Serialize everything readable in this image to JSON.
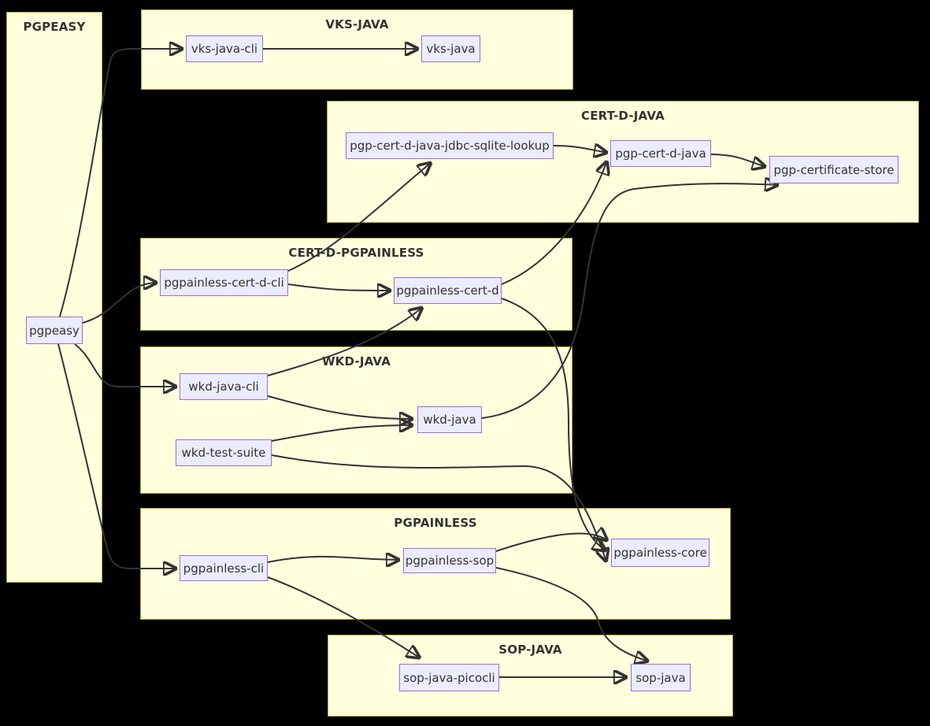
{
  "diagram": {
    "type": "flowchart-dependency-graph",
    "direction": "left-to-right",
    "colors": {
      "background": "#000000",
      "group_fill": "#ffffde",
      "group_border": "#aaaa33",
      "node_fill": "#ececff",
      "node_border": "#9370db",
      "edge": "#333333",
      "text": "#333333"
    },
    "groups": [
      {
        "title": "PGPEASY",
        "nodes": [
          "pgpeasy"
        ]
      },
      {
        "title": "VKS-JAVA",
        "nodes": [
          "vks-java-cli",
          "vks-java"
        ]
      },
      {
        "title": "CERT-D-JAVA",
        "nodes": [
          "pgp-cert-d-java-jdbc-sqlite-lookup",
          "pgp-cert-d-java",
          "pgp-certificate-store"
        ]
      },
      {
        "title": "CERT-D-PGPAINLESS",
        "nodes": [
          "pgpainless-cert-d-cli",
          "pgpainless-cert-d"
        ]
      },
      {
        "title": "WKD-JAVA",
        "nodes": [
          "wkd-java-cli",
          "wkd-java",
          "wkd-test-suite"
        ]
      },
      {
        "title": "PGPAINLESS",
        "nodes": [
          "pgpainless-cli",
          "pgpainless-sop",
          "pgpainless-core"
        ]
      },
      {
        "title": "SOP-JAVA",
        "nodes": [
          "sop-java-picocli",
          "sop-java"
        ]
      }
    ],
    "node_labels": {
      "pgpeasy": "pgpeasy",
      "vks-java-cli": "vks-java-cli",
      "vks-java": "vks-java",
      "pgp-cert-d-java-jdbc-sqlite-lookup": "pgp-cert-d-java-jdbc-sqlite-lookup",
      "pgp-cert-d-java": "pgp-cert-d-java",
      "pgp-certificate-store": "pgp-certificate-store",
      "pgpainless-cert-d-cli": "pgpainless-cert-d-cli",
      "pgpainless-cert-d": "pgpainless-cert-d",
      "wkd-java-cli": "wkd-java-cli",
      "wkd-java": "wkd-java",
      "wkd-test-suite": "wkd-test-suite",
      "pgpainless-cli": "pgpainless-cli",
      "pgpainless-sop": "pgpainless-sop",
      "pgpainless-core": "pgpainless-core",
      "sop-java-picocli": "sop-java-picocli",
      "sop-java": "sop-java"
    },
    "edges": [
      {
        "from": "pgpeasy",
        "to": "vks-java-cli"
      },
      {
        "from": "pgpeasy",
        "to": "pgpainless-cert-d-cli"
      },
      {
        "from": "pgpeasy",
        "to": "wkd-java-cli"
      },
      {
        "from": "pgpeasy",
        "to": "pgpainless-cli"
      },
      {
        "from": "vks-java-cli",
        "to": "vks-java"
      },
      {
        "from": "pgpainless-cert-d-cli",
        "to": "pgp-cert-d-java-jdbc-sqlite-lookup"
      },
      {
        "from": "pgpainless-cert-d-cli",
        "to": "pgpainless-cert-d"
      },
      {
        "from": "pgp-cert-d-java-jdbc-sqlite-lookup",
        "to": "pgp-cert-d-java"
      },
      {
        "from": "pgpainless-cert-d",
        "to": "pgp-cert-d-java"
      },
      {
        "from": "pgpainless-cert-d",
        "to": "pgpainless-core"
      },
      {
        "from": "pgp-cert-d-java",
        "to": "pgp-certificate-store"
      },
      {
        "from": "wkd-java-cli",
        "to": "wkd-java"
      },
      {
        "from": "wkd-java-cli",
        "to": "pgpainless-cert-d"
      },
      {
        "from": "wkd-test-suite",
        "to": "wkd-java"
      },
      {
        "from": "wkd-test-suite",
        "to": "pgpainless-core"
      },
      {
        "from": "wkd-java",
        "to": "pgp-certificate-store"
      },
      {
        "from": "pgpainless-cli",
        "to": "pgpainless-sop"
      },
      {
        "from": "pgpainless-cli",
        "to": "sop-java-picocli"
      },
      {
        "from": "pgpainless-sop",
        "to": "pgpainless-core"
      },
      {
        "from": "pgpainless-sop",
        "to": "sop-java"
      },
      {
        "from": "sop-java-picocli",
        "to": "sop-java"
      }
    ]
  }
}
